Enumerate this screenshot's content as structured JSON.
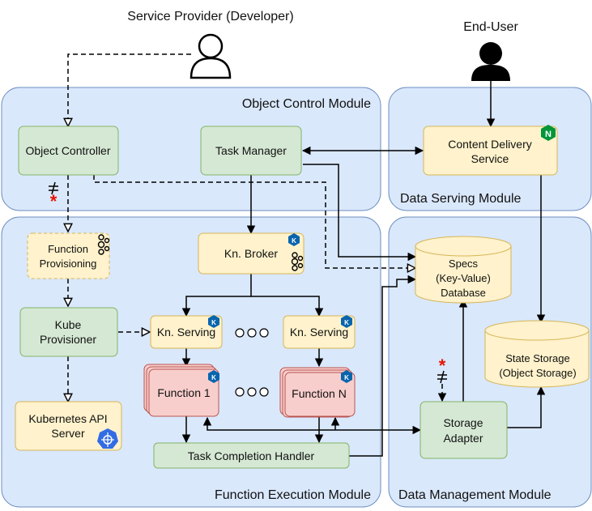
{
  "actors": {
    "provider": "Service Provider (Developer)",
    "end_user": "End-User"
  },
  "modules": {
    "object_control": "Object Control Module",
    "data_serving": "Data Serving Module",
    "function_execution": "Function Execution Module",
    "data_management": "Data Management Module"
  },
  "nodes": {
    "object_controller": "Object Controller",
    "task_manager": "Task Manager",
    "content_delivery": [
      "Content Delivery",
      "Service"
    ],
    "function_provisioning": [
      "Function",
      "Provisioning"
    ],
    "kn_broker": "Kn. Broker",
    "kube_provisioner": [
      "Kube",
      "Provisioner"
    ],
    "kn_serving_1": "Kn. Serving",
    "kn_serving_2": "Kn. Serving",
    "function_1": "Function 1",
    "function_n": "Function N",
    "k8s_api": [
      "Kubernetes API",
      "Server"
    ],
    "task_completion": "Task Completion Handler",
    "specs_db": [
      "Specs",
      "(Key-Value)",
      "Database"
    ],
    "state_storage": [
      "State Storage",
      "(Object Storage)"
    ],
    "storage_adapter": [
      "Storage",
      "Adapter"
    ]
  },
  "colors": {
    "module_fill": "#dae8fc",
    "module_stroke": "#6c8ebf",
    "green_fill": "#d5e8d4",
    "green_stroke": "#82b366",
    "yellow_fill": "#fff2cc",
    "yellow_stroke": "#d6b656",
    "red_fill": "#f8cecc",
    "red_stroke": "#b85450",
    "knative_blue": "#0865ad",
    "nginx_green": "#009639",
    "k8s_blue": "#326ce5",
    "marker_red": "#e51400"
  }
}
